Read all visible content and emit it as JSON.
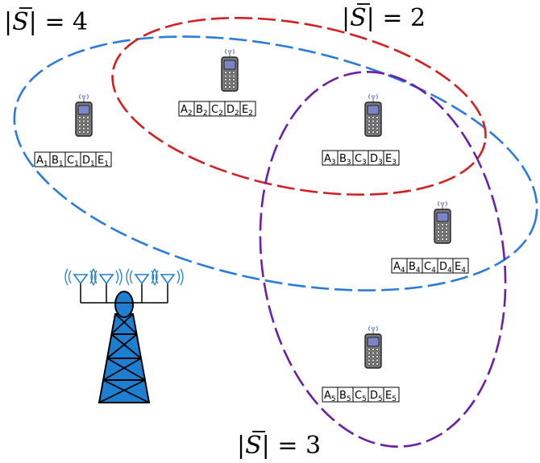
{
  "labels": {
    "set_blue": {
      "prefix": "|",
      "symbol": "S",
      "suffix": "| = 4"
    },
    "set_red": {
      "prefix": "|",
      "symbol": "S",
      "suffix": "| = 2"
    },
    "set_purple": {
      "prefix": "|",
      "symbol": "S",
      "suffix": "| = 3"
    }
  },
  "colors": {
    "blue_set": "#2a7bde",
    "red_set": "#d42020",
    "purple_set": "#6a20a8",
    "tower_fill": "#1e7fd0",
    "phone_body": "#7a7a7a",
    "phone_screen": "#7b86c8"
  },
  "users": [
    {
      "id": 1,
      "cells": [
        "A",
        "B",
        "C",
        "D",
        "E"
      ],
      "subscript": "1"
    },
    {
      "id": 2,
      "cells": [
        "A",
        "B",
        "C",
        "D",
        "E"
      ],
      "subscript": "2"
    },
    {
      "id": 3,
      "cells": [
        "A",
        "B",
        "C",
        "D",
        "E"
      ],
      "subscript": "3"
    },
    {
      "id": 4,
      "cells": [
        "A",
        "B",
        "C",
        "D",
        "E"
      ],
      "subscript": "4"
    },
    {
      "id": 5,
      "cells": [
        "A",
        "B",
        "C",
        "D",
        "E"
      ],
      "subscript": "5"
    }
  ],
  "icons": [
    "base-station-tower-icon",
    "mobile-phone-icon"
  ]
}
